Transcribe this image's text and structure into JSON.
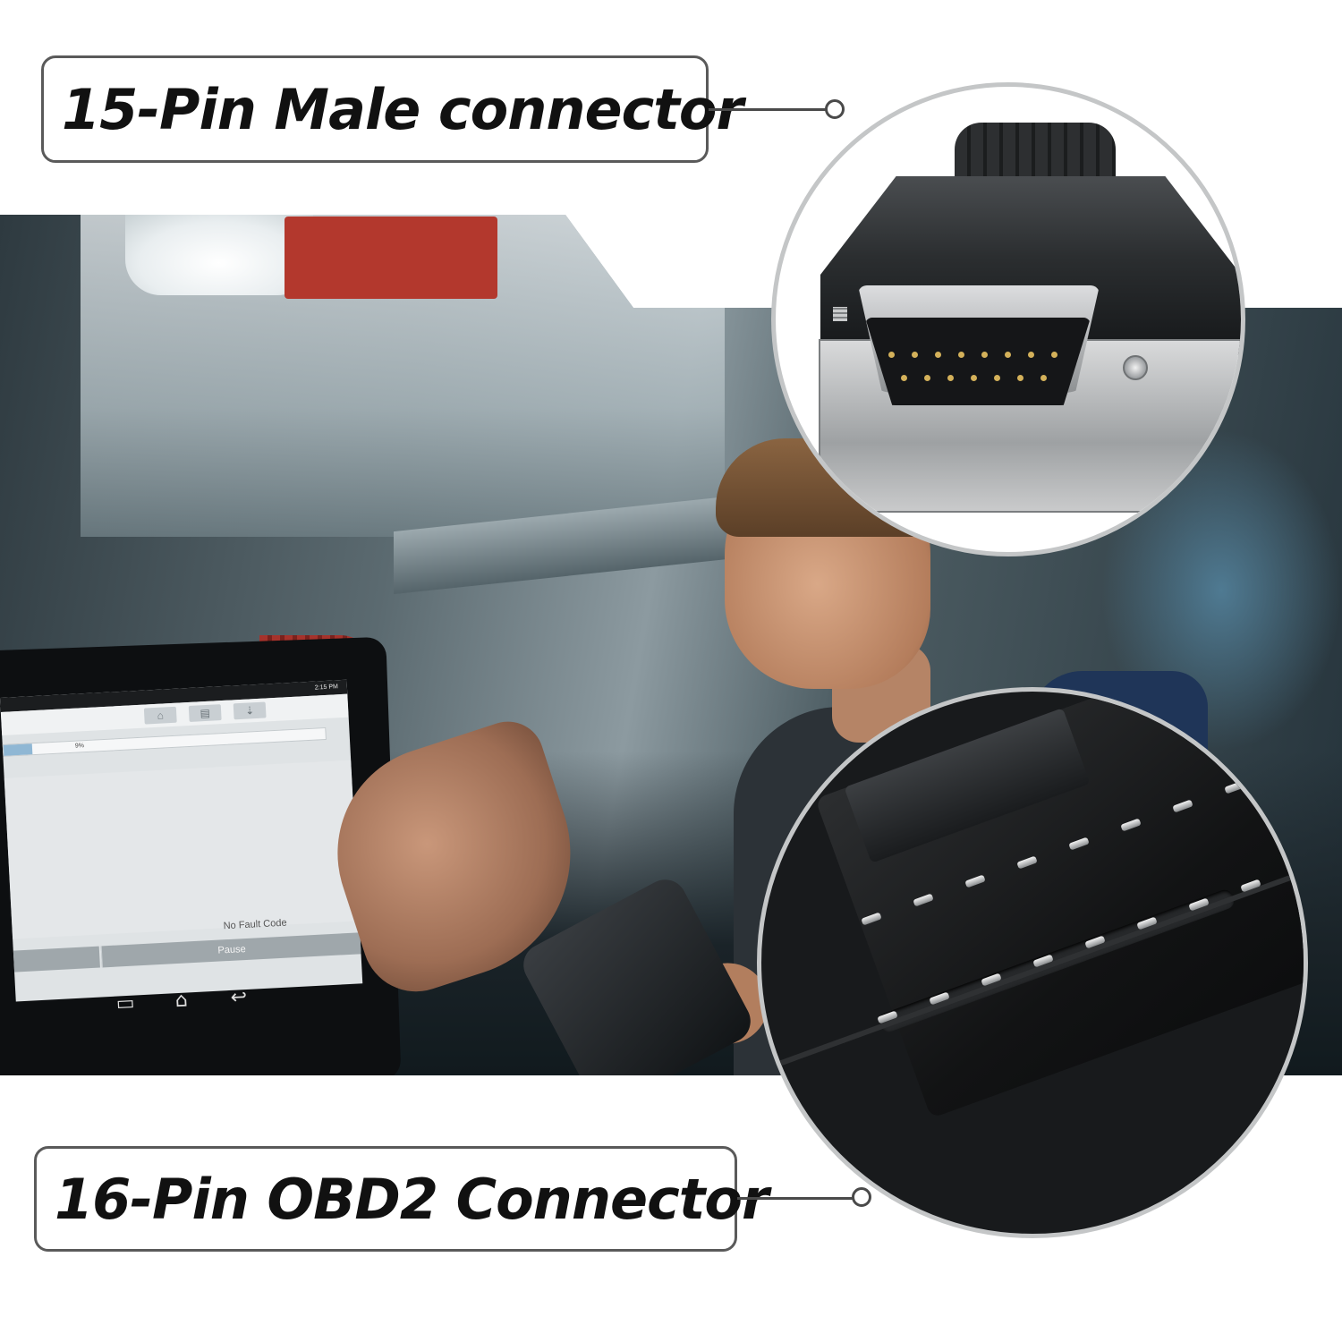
{
  "labels": {
    "top": "15-Pin Male connector",
    "bottom": "16-Pin OBD2 Connector"
  },
  "tablet_screen": {
    "progress_text": "9%",
    "progress_fraction": 0.09,
    "status_text": "No Fault Code",
    "pause_label": "Pause",
    "clock": "2:15 PM",
    "toolbar_icons": [
      "home-icon",
      "print-icon",
      "export-icon"
    ],
    "nav_icons": [
      "recent-apps-icon",
      "home-icon",
      "back-icon"
    ]
  },
  "colors": {
    "label_border": "#5a5a5a",
    "zoom_ring": "#c4c6c7",
    "tablet_rubber": "#a6322b",
    "connector_body": "#151719"
  }
}
